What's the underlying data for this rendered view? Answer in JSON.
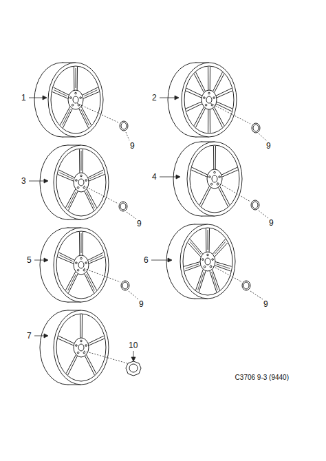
{
  "diagram": {
    "caption": "C3706 9-3 (9440)",
    "labels": [
      "1",
      "9",
      "2",
      "9",
      "3",
      "9",
      "4",
      "9",
      "5",
      "9",
      "6",
      "9",
      "7",
      "10"
    ]
  }
}
